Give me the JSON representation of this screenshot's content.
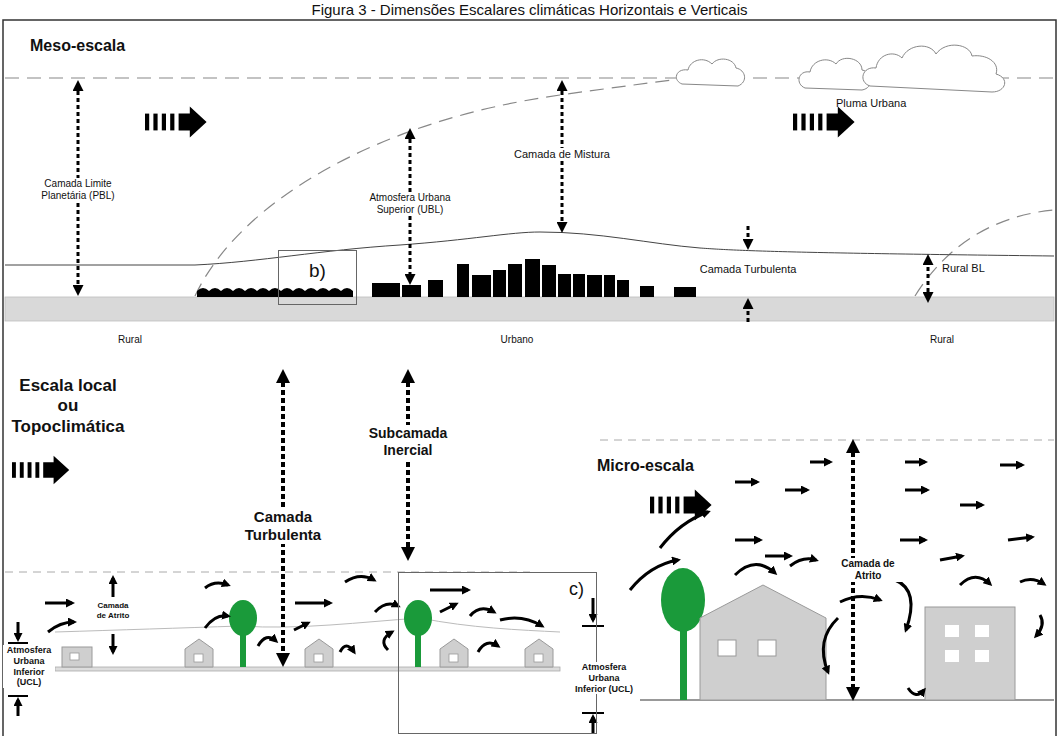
{
  "diagram": {
    "title": "Figura 3 - Dimensões Escalares climáticas Horizontais e Verticais",
    "nodes": [
      {
        "text": [
          "b)"
        ]
      },
      {
        "text": [
          "c)"
        ]
      }
    ],
    "labels": [
      "Meso-escala",
      "Camada Limite Planetária (PBL)",
      "Atmosfera Urbana Superior (UBL)",
      "Camada de Mistura",
      "Pluma Urbana",
      "Camada Turbulenta",
      "Rural BL",
      "Rural",
      "Urbano",
      "Rural",
      "Escala local ou Topoclimática",
      "Camada Turbulenta",
      "Subcamada Inercial",
      "Camada de Atrito",
      "Atmosfera Urbana Inferior (UCL)",
      "Micro-escala",
      "Camada de Atrito",
      "Atmosfera Urbana Inferior (UCL)"
    ]
  }
}
